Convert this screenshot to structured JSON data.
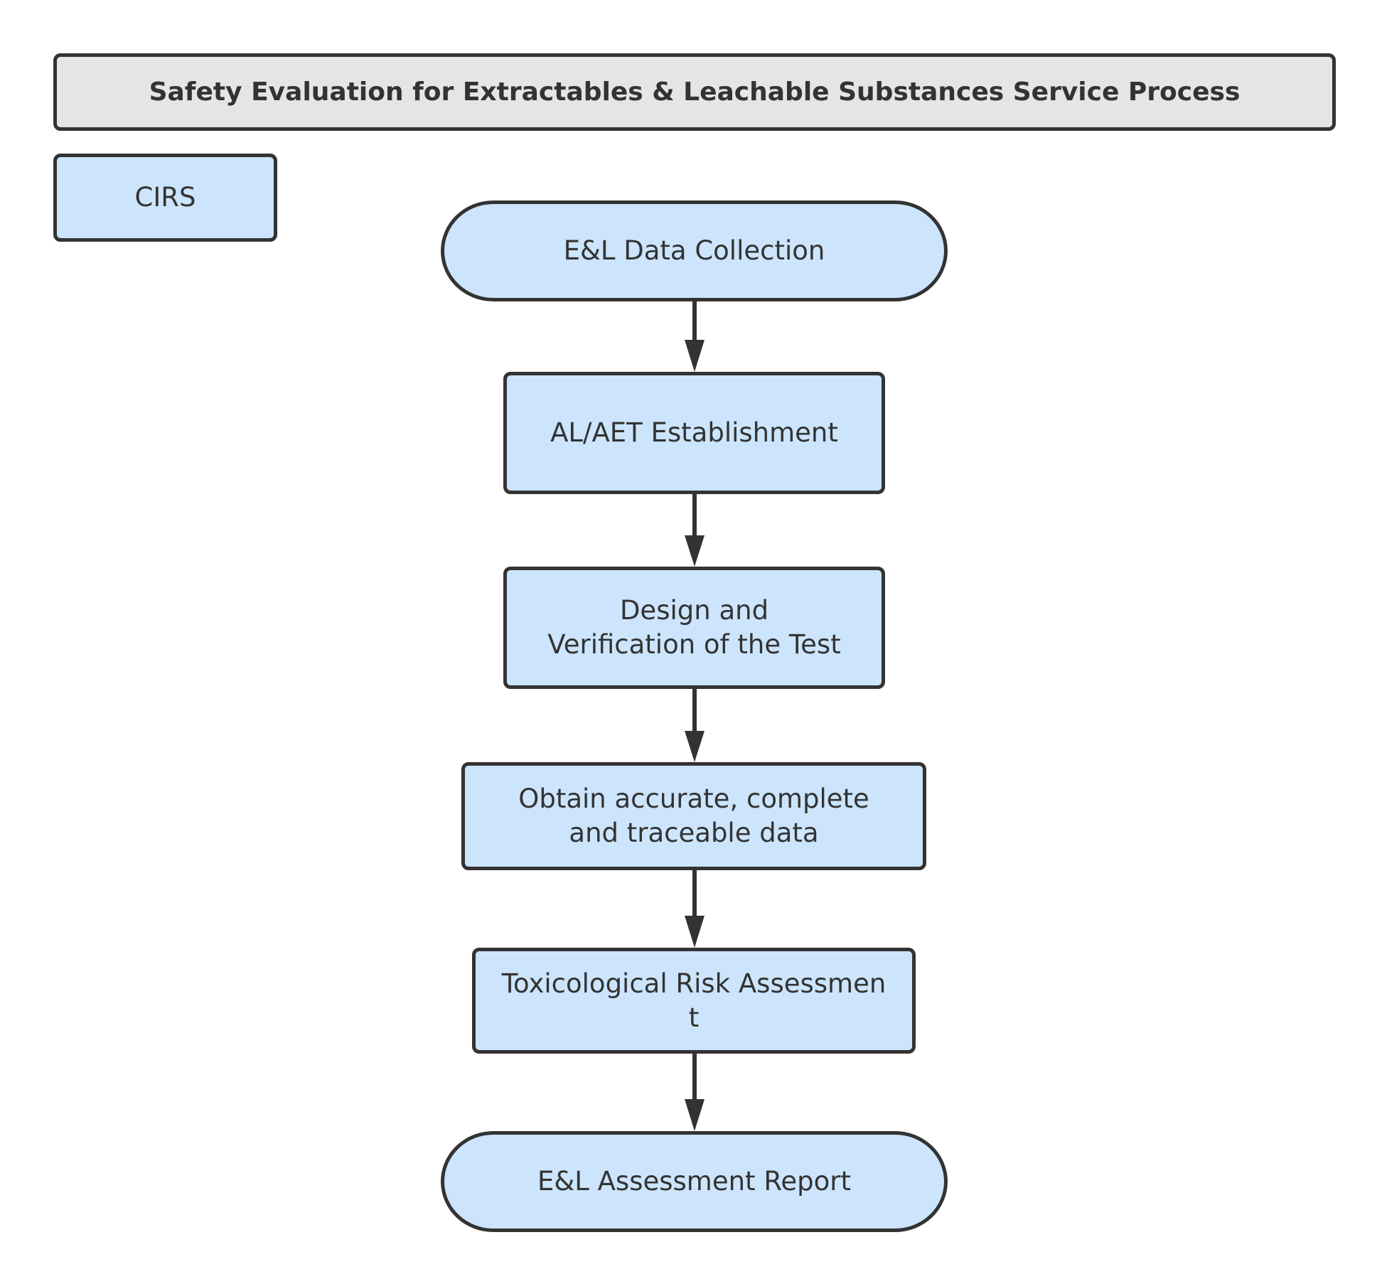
{
  "title": "Safety Evaluation for Extractables & Leachable Substances Service Process",
  "legend_label": "CIRS",
  "nodes": [
    {
      "label": "E&L Data Collection",
      "shape": "terminal"
    },
    {
      "label": "AL/AET Establishment",
      "shape": "process"
    },
    {
      "label": "Design and Verification of the Test",
      "shape": "process"
    },
    {
      "label": "Obtain accurate, complete and traceable data",
      "shape": "process"
    },
    {
      "label": "Toxicological Risk Assessment",
      "shape": "process"
    },
    {
      "label": "E&L Assessment Report",
      "shape": "terminal"
    }
  ],
  "colors": {
    "node_fill": "#cce5fc",
    "title_fill": "#e5e5e5",
    "stroke": "#333333"
  }
}
